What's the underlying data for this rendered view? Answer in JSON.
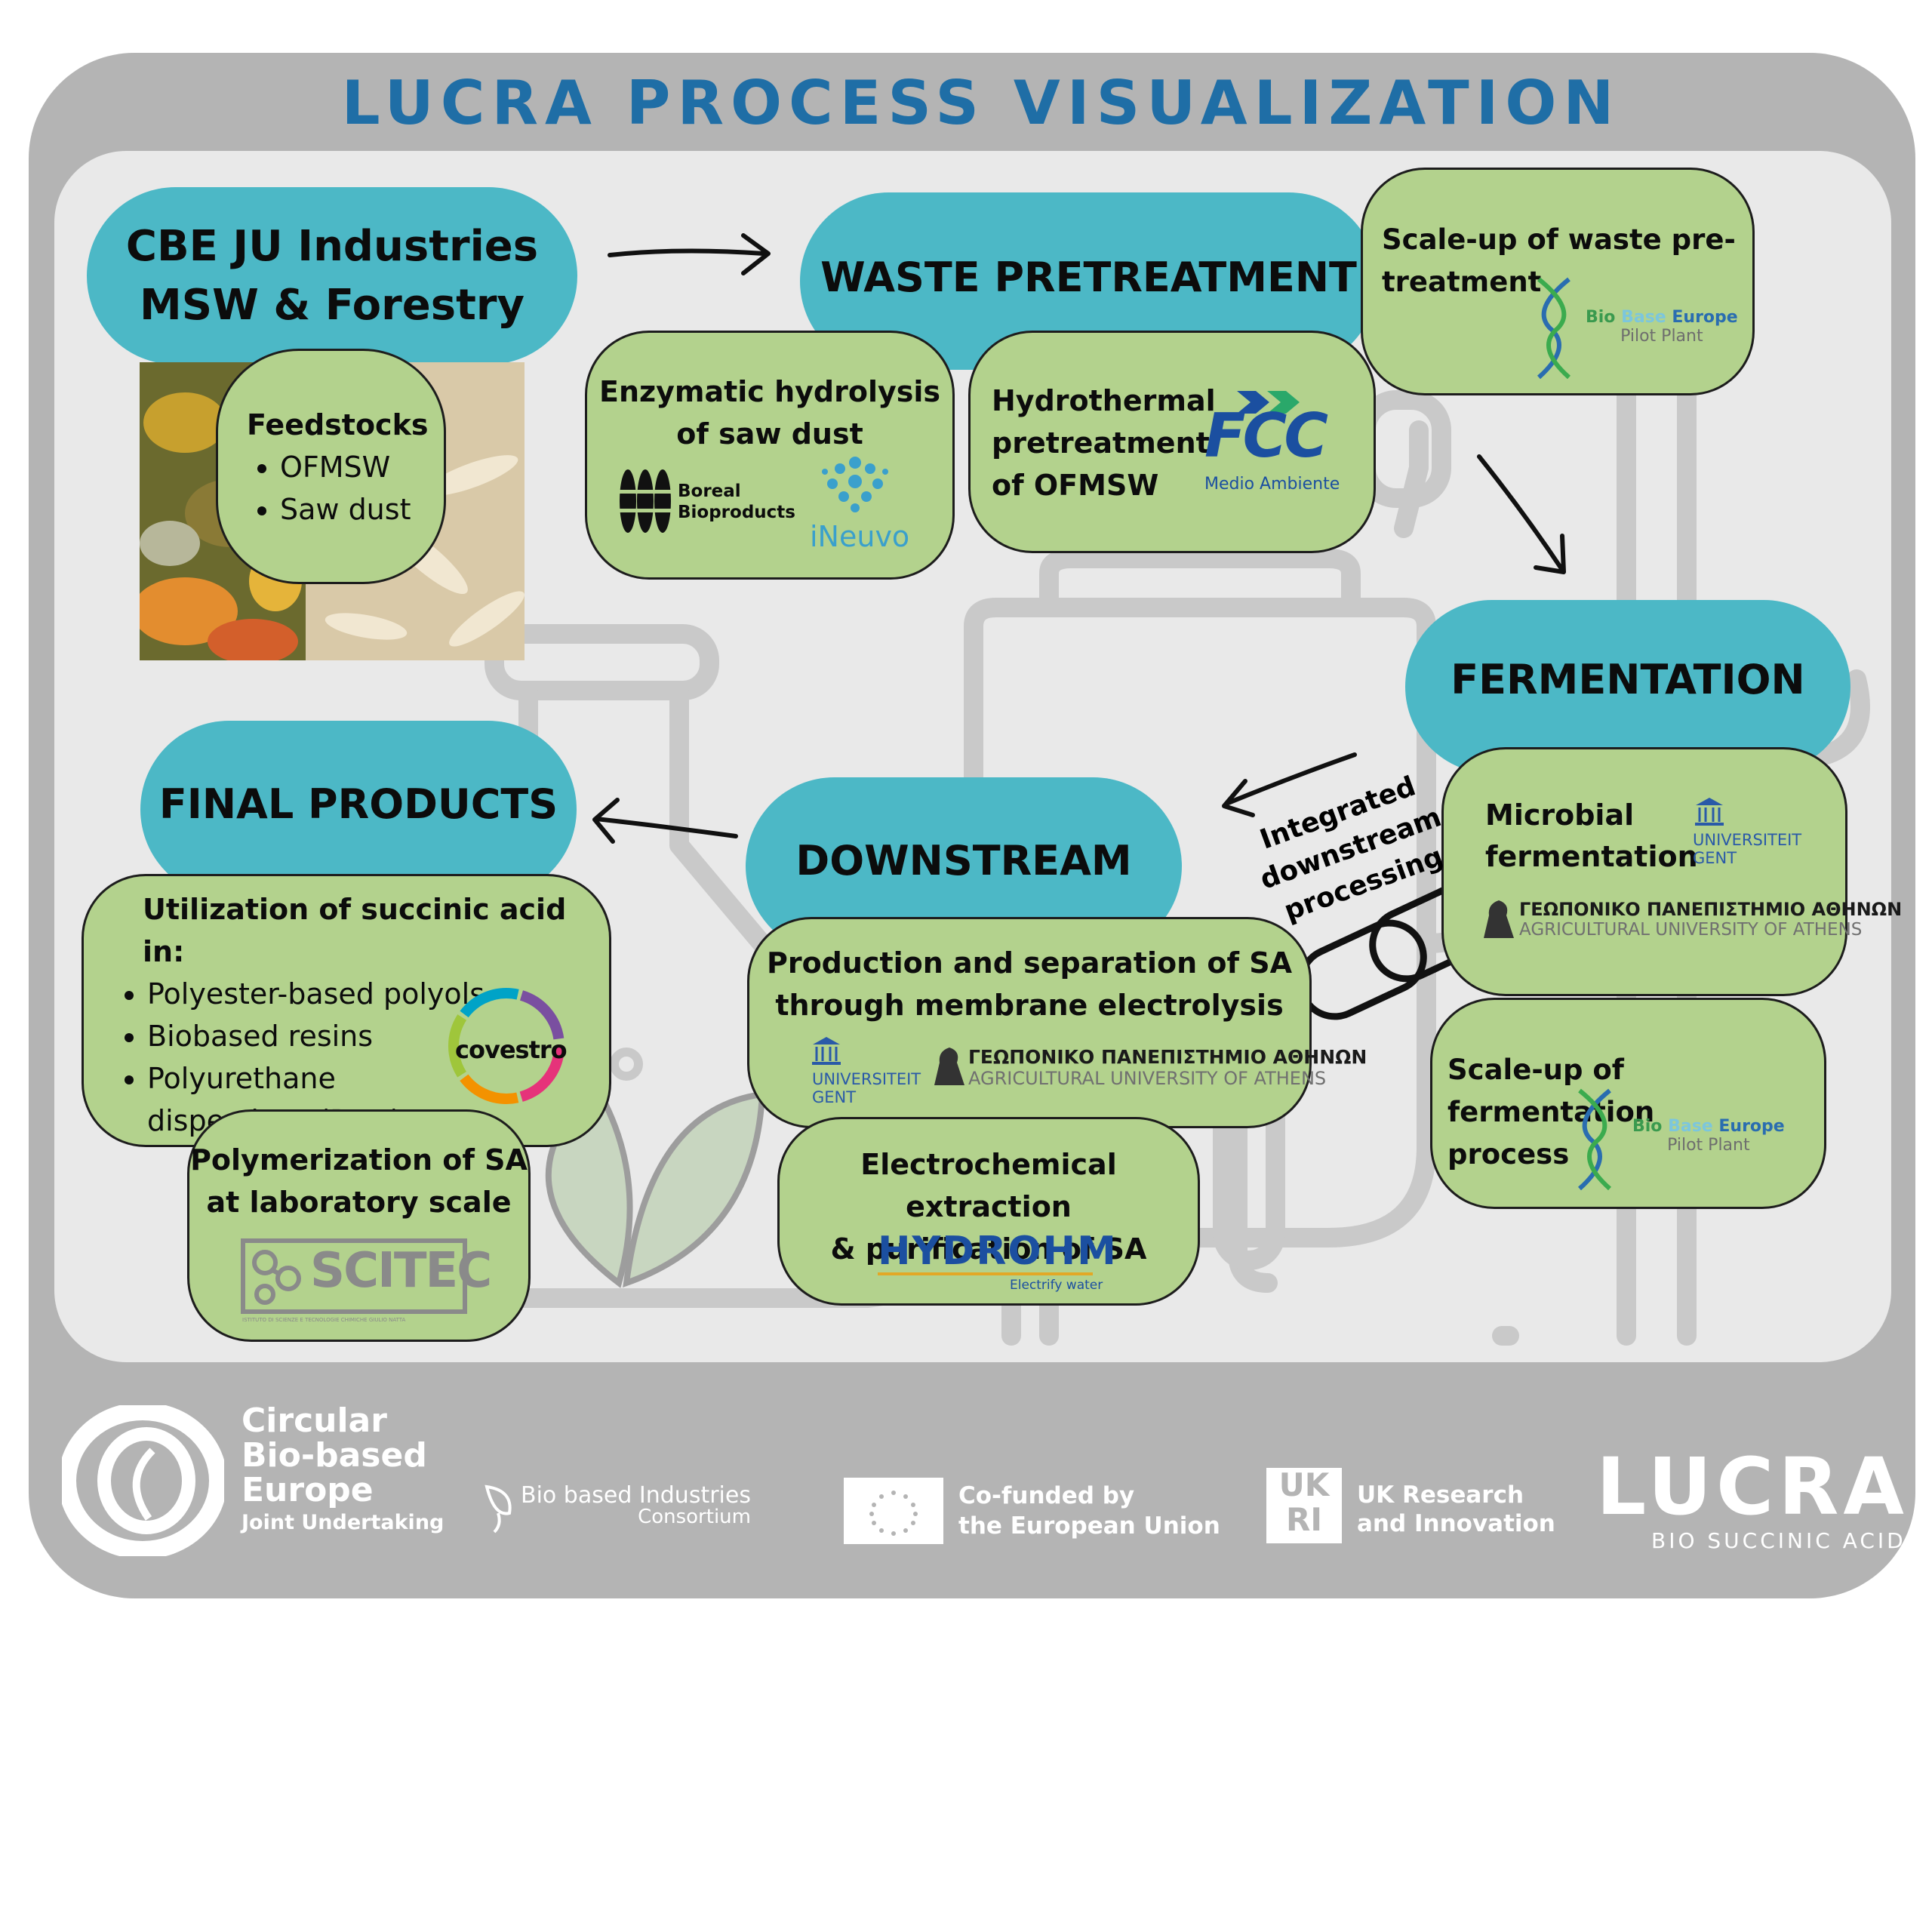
{
  "title": "LUCRA PROCESS VISUALIZATION",
  "nodes": {
    "cbe": {
      "line1": "CBE JU Industries",
      "line2": "MSW & Forestry"
    },
    "feedstocks": {
      "heading": "Feedstocks",
      "items": [
        "OFMSW",
        "Saw dust"
      ]
    },
    "waste": {
      "label": "WASTE PRETREATMENT"
    },
    "enzymatic": {
      "line1": "Enzymatic hydrolysis",
      "line2": "of saw dust",
      "logo1a": "Boreal",
      "logo1b": "Bioproducts",
      "logo2": "iNeuvo"
    },
    "hydrothermal": {
      "line1": "Hydrothermal",
      "line2": "pretreatment",
      "line3": "of OFMSW",
      "logo": "FCC",
      "logo_sub": "Medio Ambiente"
    },
    "scaleup_waste": {
      "line1": "Scale-up of waste pre-",
      "line2": "treatment",
      "logo_a": "Bio ",
      "logo_b": "Base",
      "logo_c": " Europe",
      "logo_sub": "Pilot Plant"
    },
    "fermentation": {
      "label": "FERMENTATION"
    },
    "microbial": {
      "line1": "Microbial",
      "line2": "fermentation",
      "ugent1": "UNIVERSITEIT",
      "ugent2": "GENT",
      "greek": "ΓΕΩΠΟΝΙΚΟ ΠΑΝΕΠΙΣΤΗΜΙΟ ΑΘΗΝΩΝ",
      "aua": "AGRICULTURAL UNIVERSITY OF ATHENS"
    },
    "scaleup_ferm": {
      "line1": "Scale-up of fermentation",
      "line2": "process",
      "logo_a": "Bio ",
      "logo_b": "Base",
      "logo_c": " Europe",
      "logo_sub": "Pilot Plant"
    },
    "integrated": {
      "line1": "Integrated",
      "line2": "downstream",
      "line3": "processing"
    },
    "downstream": {
      "label": "DOWNSTREAM"
    },
    "production": {
      "line1": "Production and separation of SA",
      "line2": "through membrane electrolysis",
      "ugent1": "UNIVERSITEIT",
      "ugent2": "GENT",
      "greek": "ΓΕΩΠΟΝΙΚΟ ΠΑΝΕΠΙΣΤΗΜΙΟ ΑΘΗΝΩΝ",
      "aua": "AGRICULTURAL UNIVERSITY OF ATHENS"
    },
    "electro": {
      "line1": "Electrochemical extraction",
      "line2": "& purification of SA",
      "logo": "HYDROHM",
      "logo_sub": "Electrify water"
    },
    "final": {
      "label": "FINAL PRODUCTS"
    },
    "utilization": {
      "heading": "Utilization of succinic acid in:",
      "items": [
        "Polyester-based polyols",
        "Biobased resins",
        "Polyurethane",
        "dispersions (PUD)"
      ],
      "logo": "covestro"
    },
    "polymerization": {
      "line1": "Polymerization of SA",
      "line2": "at laboratory scale",
      "logo": "SCITEC",
      "logo_sub": "ISTITUTO DI SCIENZE E TECNOLOGIE CHIMICHE GIULIO NATTA"
    }
  },
  "footer": {
    "cbe1": "Circular",
    "cbe2": "Bio-based",
    "cbe3": "Europe",
    "cbe4": "Joint Undertaking",
    "bic1": "Bio based Industries",
    "bic2": "Consortium",
    "eu1": "Co-funded by",
    "eu2": "the European Union",
    "ukri_mark1": "UK",
    "ukri_mark2": "RI",
    "ukri1": "UK Research",
    "ukri2": "and Innovation",
    "lucra": "LUCRA",
    "lucra_sub": "BIO SUCCINIC ACID"
  },
  "colors": {
    "frame": "#b4b4b4",
    "panel": "#e9e9e9",
    "cyan": "#4cb8c6",
    "green": "#b3d28d",
    "title": "#1f6ea6"
  }
}
